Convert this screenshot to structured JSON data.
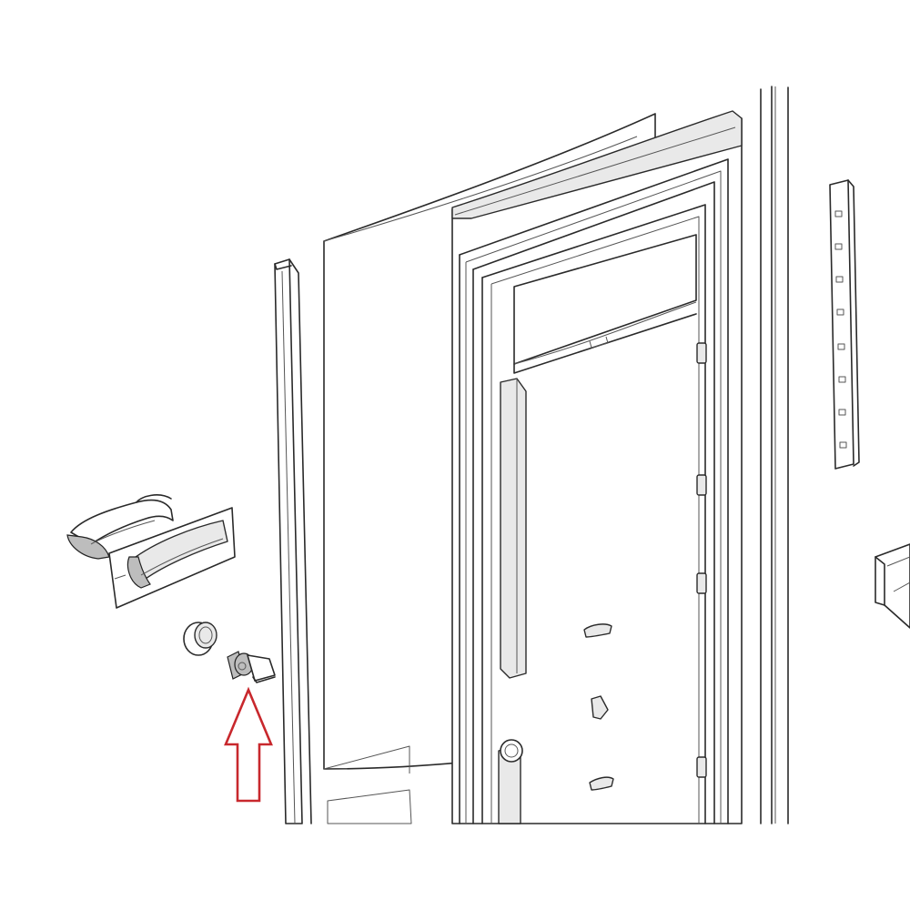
{
  "diagram": {
    "kind": "exploded-parts-diagram",
    "highlight": {
      "color": "#c8282d",
      "direction": "up",
      "points_to": "door-switch-part"
    },
    "line_color": "#2a2a2a"
  }
}
